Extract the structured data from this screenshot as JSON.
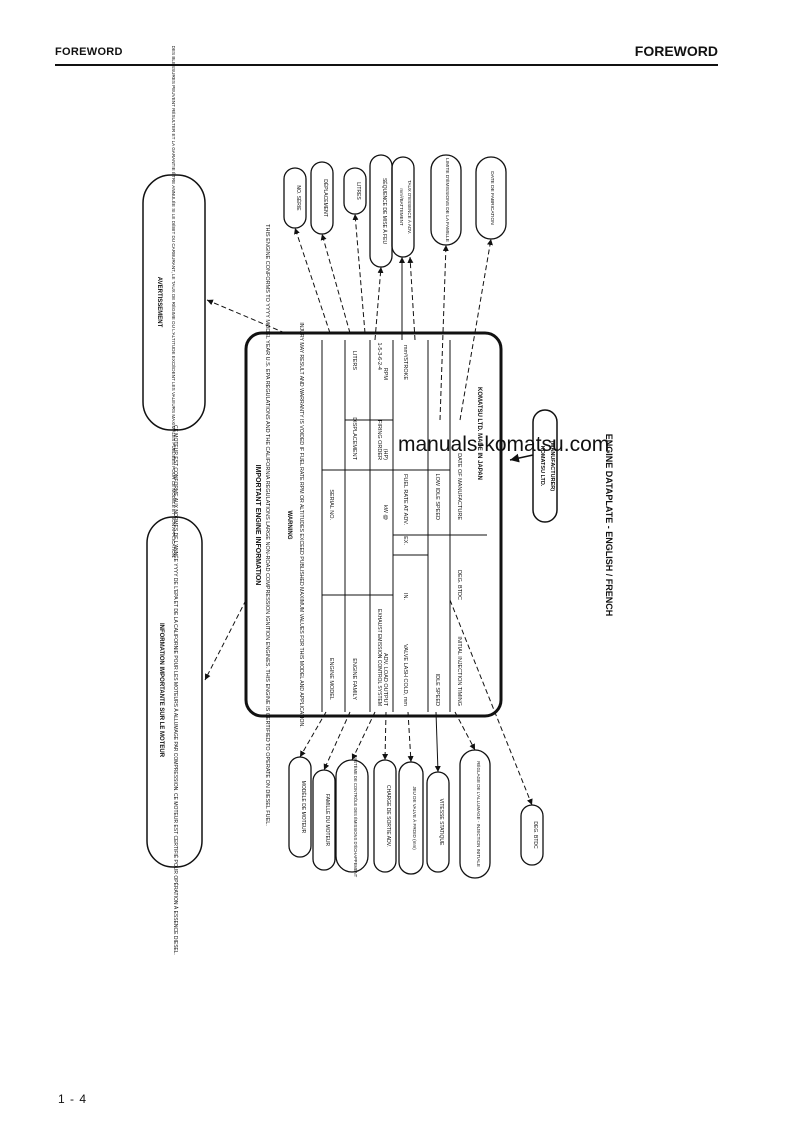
{
  "header": {
    "left": "FOREWORD",
    "right": "FOREWORD"
  },
  "footer": {
    "page": "1 - 4"
  },
  "watermark": "manuals-komatsu.com",
  "figure": {
    "caption": "ENGINE DATAPLATE - ENGLISH / FRENCH",
    "plate": {
      "title": "IMPORTANT ENGINE INFORMATION",
      "statement": "THIS ENGINE CONFORMS TO YYYY MODEL YEAR U.S. EPA REGULATIONS AND THE CALIFORNIA REGULATIONS LARGE NON-ROAD COMPRESSION IGNITION ENGINES. THIS ENGINE IS CERTIFIED TO OPERATE ON DIESEL FUEL.",
      "warning_title": "WARNING",
      "warning_text": "INJURY MAY RESULT AND WARRANTY IS VOIDED IF FUEL RATE RPM OR ALTITUDES EXCEED PUBLISHED MAXIMUM VALUES FOR THIS MODEL AND APPLICATION.",
      "row1": {
        "engine_model": "ENGINE MODEL",
        "serial_no": "SERIAL NO."
      },
      "row2": {
        "engine_family": "ENGINE FAMILY",
        "displacement": "DISPLACEMENT",
        "liters": "LITERS"
      },
      "row3": {
        "exhaust_emission": "EXHAUST EMISSION CONTROL SYSTEM",
        "firing_order": "FIRING ORDER",
        "firing_value": "1-5-3-6-2-4"
      },
      "row4": {
        "adv_load_output": "ADV. LOAD OUTPUT",
        "kw": "kW @",
        "rpm": "RPM",
        "hp": "(HP)"
      },
      "row5": {
        "valve_lash": "VALVE LASH COLD, mm",
        "in": "IN.",
        "ex": "EX.",
        "fuel_rate": "FUEL RATE AT ADV.",
        "mm_stroke": "mm³/STROKE"
      },
      "row6": {
        "idle_speed": "IDLE SPEED",
        "low_idle": "LOW IDLE SPEED",
        "rpm": "RPM"
      },
      "row7": {
        "initial_injection": "INITIAL INJECTION TIMING",
        "deg_btdc": "DEG. BTDC",
        "date_mfr": "DATE OF MANUFACTURE"
      },
      "maker": "KOMATSU LTD. MADE IN JAPAN"
    },
    "stamp": {
      "line1": "KOMATSU LTD.",
      "line2": "(MANUFACTURER)"
    },
    "french": {
      "info_title": "INFORMATION IMPORTANTE SUR LE MOTEUR",
      "info_text": "CE MOTEUR EST CONFORME AUX NORMES DE L'ANNÉE YYYY DE L'EPA ET DE LA CALIFORNIE POUR LES MOTEURS À ALLUMAGE PAR COMPRESSION. CE MOTEUR EST CERTIFIÉ POUR OPÉRATION À ESSENCE DIESEL.",
      "warning_title": "AVERTISSEMENT",
      "warning_text": "DES BLESSURES PEUVENT RÉSULTER ET LA GARANTIE ÊTRE ANNULÉE SI LE DÉBIT DU CARBURANT, LE TAUX DE RÉGIME OU L'ALTITUDE EXCÈDENT LES VALEURS MAXIMALES PUBLIÉES POUR CE MODÈLE ET SON APPLICATION.",
      "top_labels": [
        "NO. SÉRIE",
        "DÉPLACEMENT",
        "LITRES",
        "SÉQUENCE DE MISE À FEU",
        "mm³/BATTEMENT",
        "TAUX D'ESSENCE À ADV.",
        "DATE DE FABRICATION",
        "LIMITE D'ÉMISSIONS DE LA FAMILLE"
      ],
      "bottom_labels": [
        "MODÈLE DE MOTEUR",
        "FAMILLE DU MOTEUR",
        "SYSTÈME DE CONTRÔLE DES ÉMISSIONS D'ÉCHAPPEMENT",
        "CHARGE DE SORTIE ADV.",
        "JEU DE VALVE À FROID (mm)",
        "VITESSE STATIQUE",
        "RÉGLAGE DE L'ALLUMAGE - INJECTION INITIALE",
        "DEG. BTDC"
      ]
    }
  }
}
